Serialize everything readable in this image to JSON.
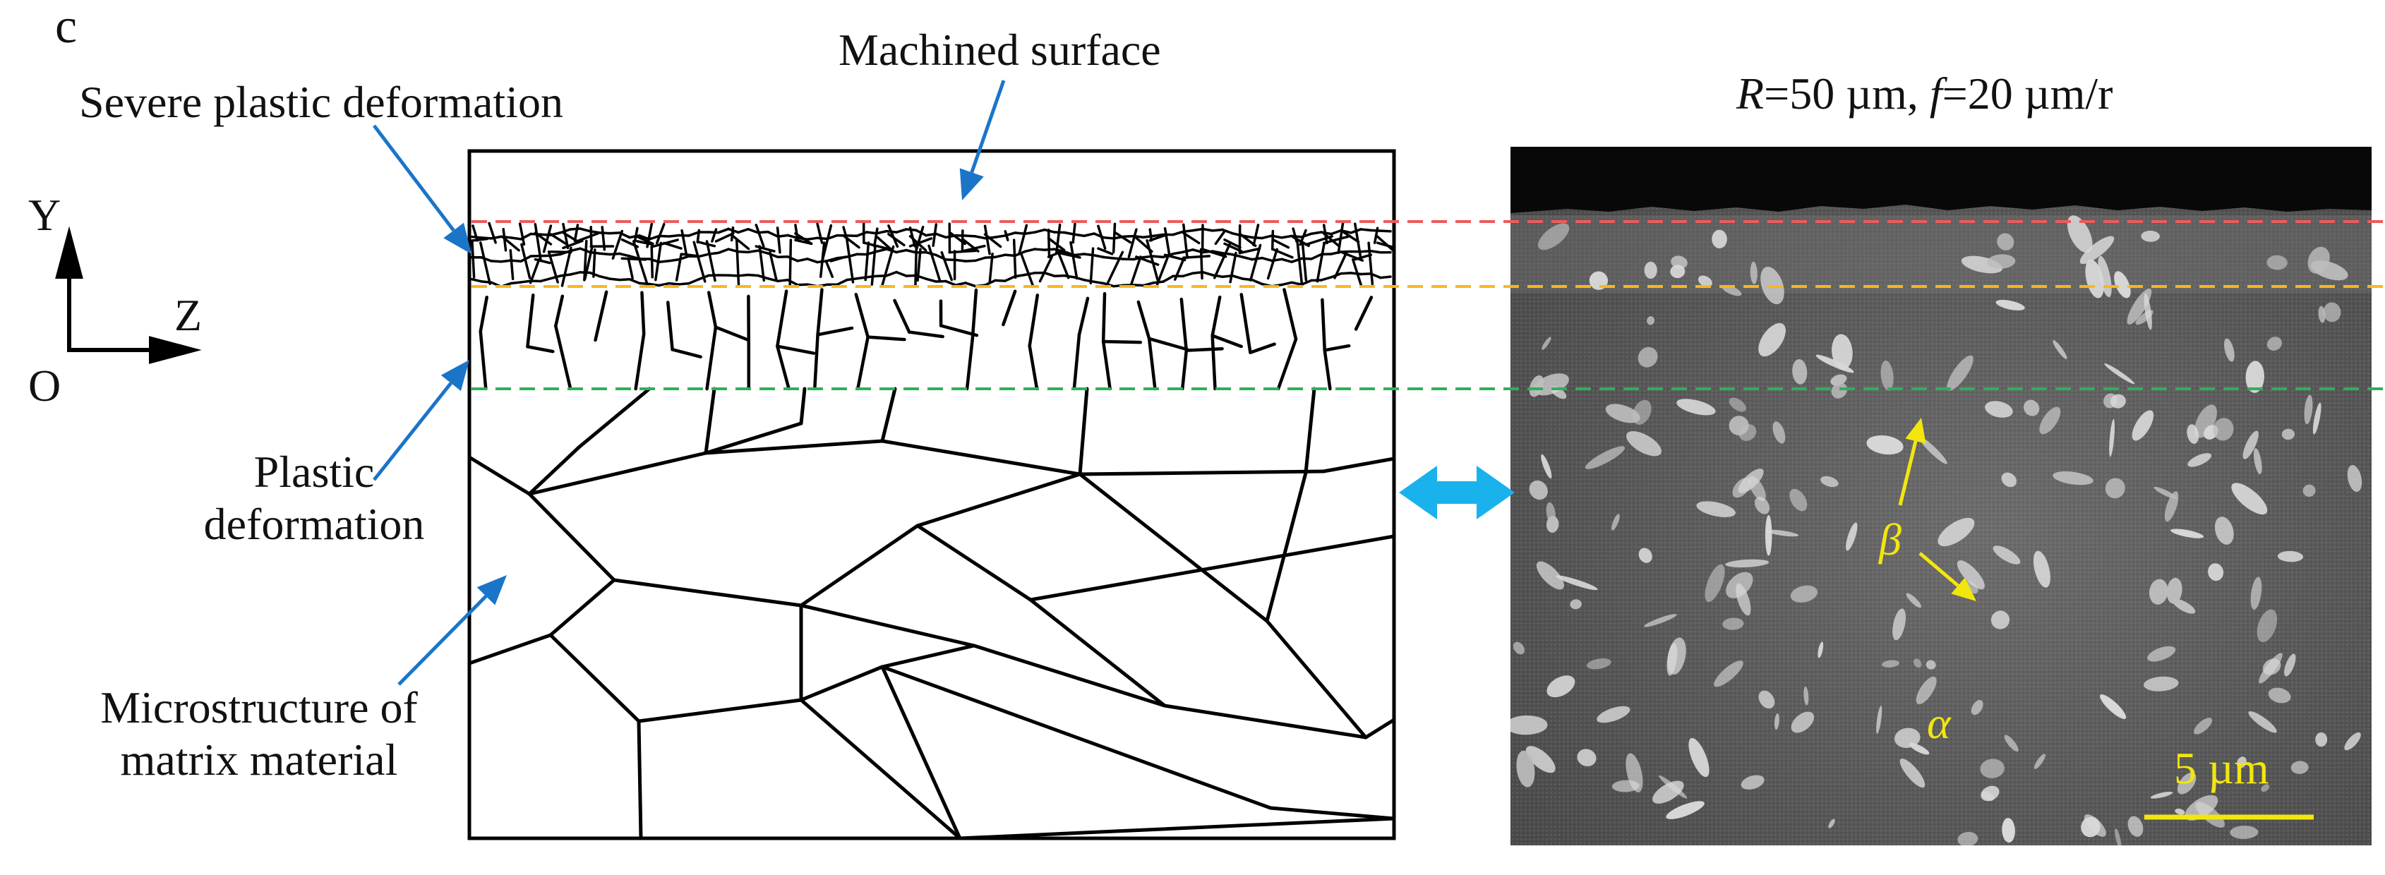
{
  "panel_letter": "c",
  "labels": {
    "machined_surface": "Machined surface",
    "severe_plastic": "Severe plastic deformation",
    "plastic_line1": "Plastic",
    "plastic_line2": "deformation",
    "micro_line1": "Microstructure of",
    "micro_line2": "matrix material"
  },
  "axes": {
    "y": "Y",
    "z": "Z",
    "origin": "O"
  },
  "conditions": {
    "r_symbol": "R",
    "r_value": "=50 µm, ",
    "f_symbol": "f",
    "f_value": "=20 µm/r"
  },
  "micrograph": {
    "beta": "β",
    "alpha": "α",
    "scale_bar": "5 µm"
  },
  "colors": {
    "arrow_blue": "#1a75c9",
    "double_arrow": "#19b2ec",
    "line_red": "#f05a5a",
    "line_orange": "#f5b820",
    "line_green": "#2fae5e",
    "annotation_yellow": "#f3e60f"
  }
}
